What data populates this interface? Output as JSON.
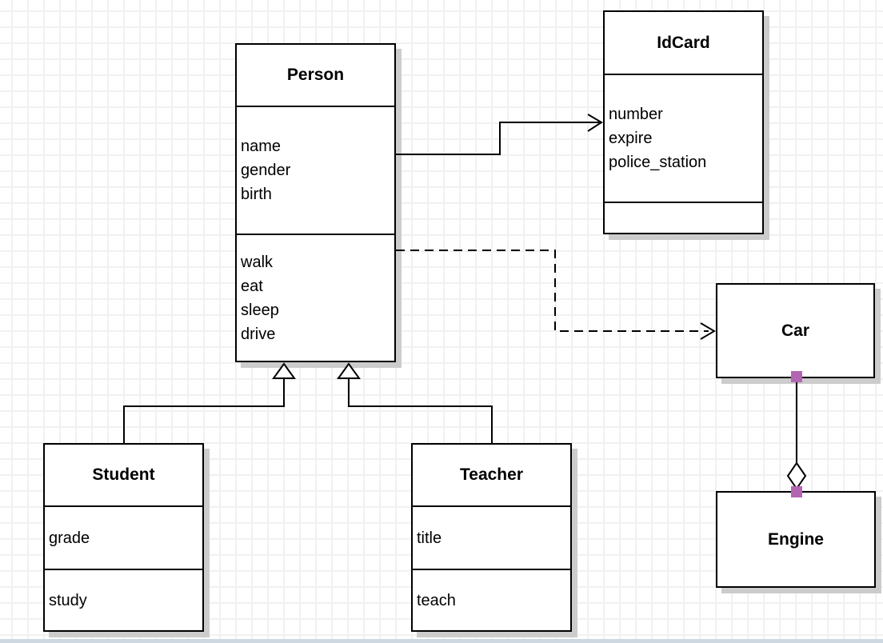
{
  "diagram": {
    "type": "uml-class-diagram",
    "classes": [
      {
        "name": "Person",
        "attributes": [
          "name",
          "gender",
          "birth"
        ],
        "methods": [
          "walk",
          "eat",
          "sleep",
          "drive"
        ]
      },
      {
        "name": "IdCard",
        "attributes": [
          "number",
          "expire",
          "police_station"
        ],
        "methods": []
      },
      {
        "name": "Car",
        "attributes": [],
        "methods": []
      },
      {
        "name": "Engine",
        "attributes": [],
        "methods": []
      },
      {
        "name": "Student",
        "attributes": [
          "grade"
        ],
        "methods": [
          "study"
        ]
      },
      {
        "name": "Teacher",
        "attributes": [
          "title"
        ],
        "methods": [
          "teach"
        ]
      }
    ],
    "relationships": [
      {
        "from": "Person",
        "to": "IdCard",
        "type": "association",
        "line": "solid",
        "arrowhead": "open-arrow"
      },
      {
        "from": "Person",
        "to": "Car",
        "type": "dependency",
        "line": "dashed",
        "arrowhead": "open-arrow"
      },
      {
        "from": "Car",
        "to": "Engine",
        "type": "aggregation",
        "line": "solid",
        "arrowhead": "hollow-diamond",
        "selected": true
      },
      {
        "from": "Student",
        "to": "Person",
        "type": "inheritance",
        "line": "solid",
        "arrowhead": "hollow-triangle"
      },
      {
        "from": "Teacher",
        "to": "Person",
        "type": "inheritance",
        "line": "solid",
        "arrowhead": "hollow-triangle"
      }
    ],
    "colors": {
      "box_border": "#000000",
      "box_fill": "#ffffff",
      "shadow": "#cccccc",
      "grid_line": "#f2f1f2",
      "canvas": "#ffffff",
      "endpoint_handle": "#b365b3"
    }
  }
}
